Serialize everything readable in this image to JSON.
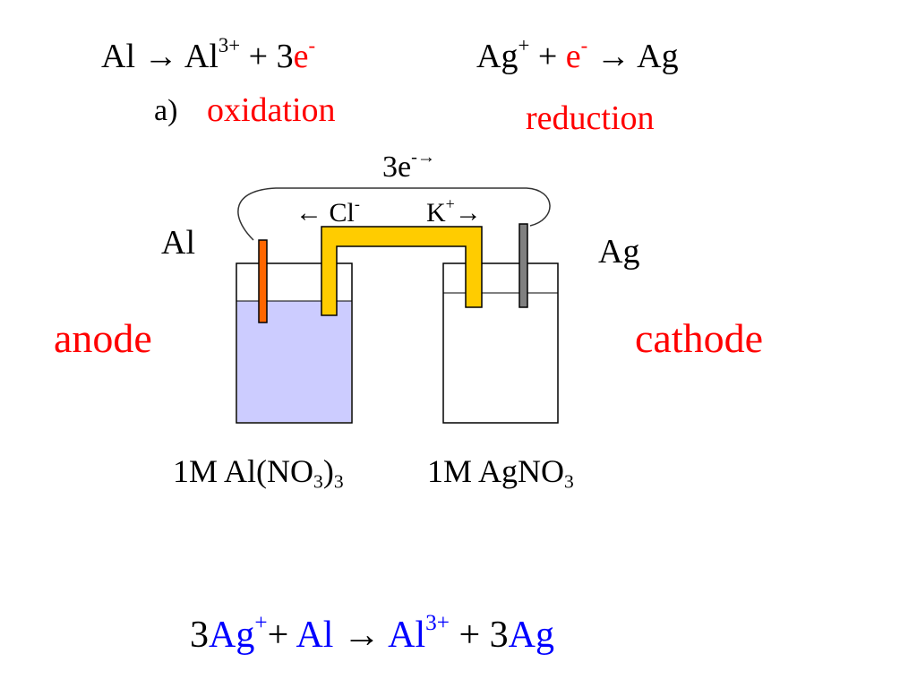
{
  "half_reactions": {
    "anode": {
      "reactant": "Al",
      "arrow": "→",
      "product": "Al",
      "charge": "3+",
      "plus": "+",
      "coef": "3",
      "electron": "e",
      "electron_charge": "-"
    },
    "cathode": {
      "reactant": "Ag",
      "reactant_charge": "+",
      "plus": "+",
      "electron": "e",
      "electron_charge": "-",
      "arrow": "→",
      "product": "Ag"
    }
  },
  "labels": {
    "part": "a)",
    "oxidation": "oxidation",
    "reduction": "reduction",
    "electron_flow": "3e",
    "electron_flow_sup": "-→",
    "chloride_arrow": "←",
    "chloride": "Cl",
    "chloride_charge": "-",
    "potassium": "K",
    "potassium_charge": "+",
    "potassium_arrow": "→",
    "anode_metal": "Al",
    "cathode_metal": "Ag",
    "anode": "anode",
    "cathode": "cathode",
    "anode_solution_prefix": "1M Al(NO",
    "anode_solution_sub1": "3",
    "anode_solution_paren": ")",
    "anode_solution_sub2": "3",
    "cathode_solution_prefix": "1M AgNO",
    "cathode_solution_sub": "3"
  },
  "overall_reaction": {
    "coef1": "3",
    "ag": "Ag",
    "ag_charge": "+",
    "plus1": "+",
    "al": "Al",
    "arrow": "→",
    "al_ion": "Al",
    "al_ion_charge": "3+",
    "plus2": "+",
    "coef2": "3",
    "ag_product": "Ag"
  },
  "colors": {
    "highlight_red": "#ff0000",
    "species_blue": "#0000ff",
    "anode_solution": "#ccccff",
    "salt_bridge": "#ffcc00",
    "aluminum_electrode": "#ff6600",
    "silver_electrode": "#808080"
  }
}
